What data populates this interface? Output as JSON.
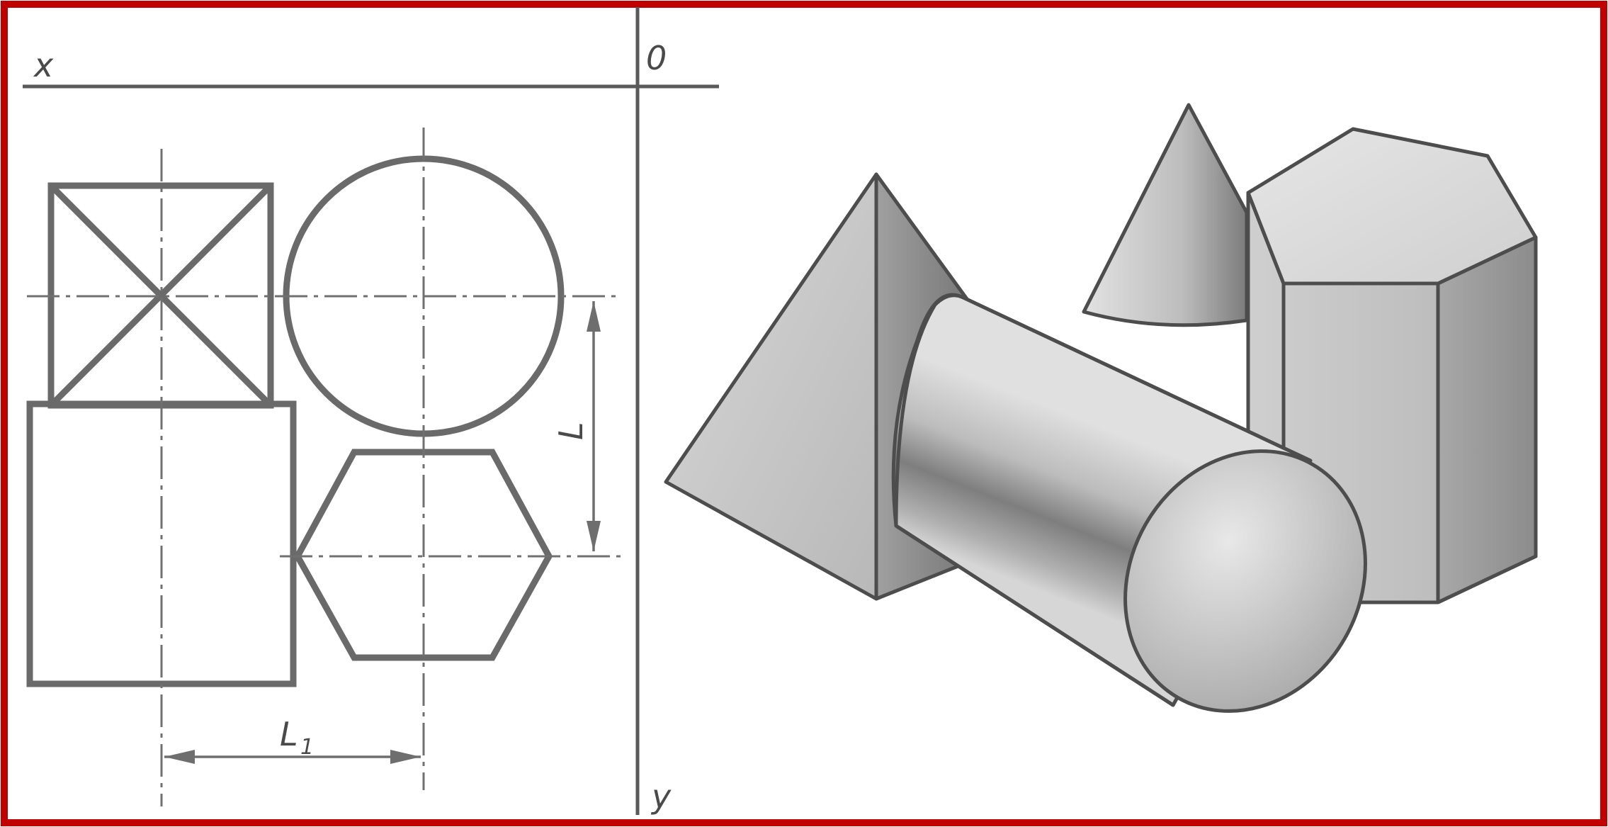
{
  "frame": {
    "border_color": "#c00000"
  },
  "projection": {
    "axis_x_label": "x",
    "origin_label": "0",
    "axis_y_label": "y",
    "dimension_vertical_label": "L",
    "dimension_horizontal_label": "L",
    "dimension_horizontal_subscript": "1"
  },
  "colors": {
    "line": "#6a6a6a",
    "shade_light": "#e4e4e4",
    "shade_mid": "#b9b9b9",
    "shade_dark": "#7a7a7a"
  }
}
